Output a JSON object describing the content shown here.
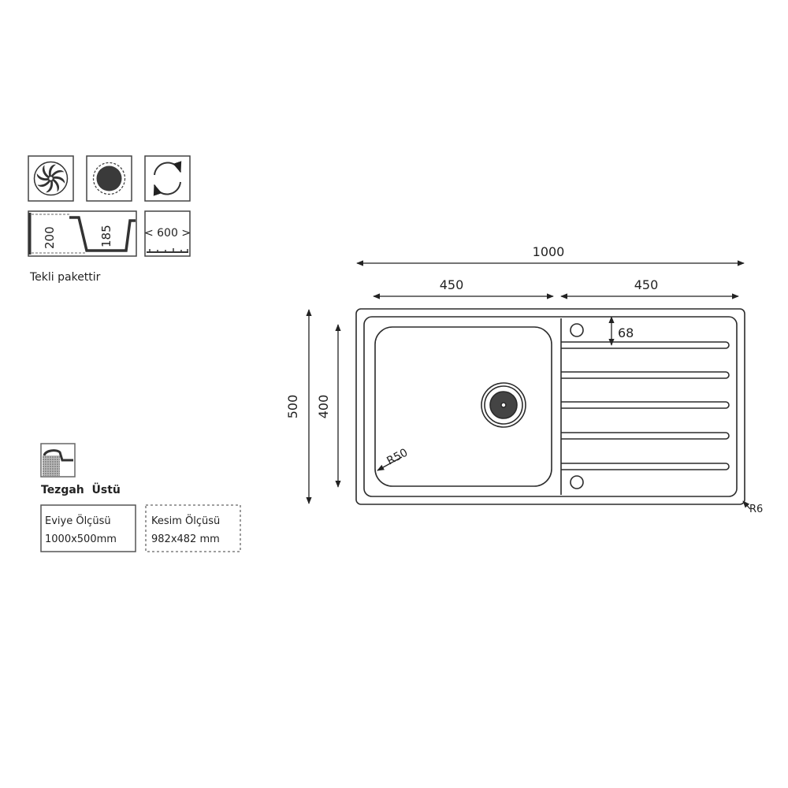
{
  "features": {
    "icons": [
      "swirl-drain-icon",
      "round-bowl-icon",
      "reversible-icon"
    ],
    "depth_icon": {
      "outer_depth": "200",
      "bowl_depth": "185"
    },
    "cabinet_icon": {
      "width": "600"
    },
    "package_note": "Tekli pakettir"
  },
  "mounting": {
    "label": "Tezgah  Üstü"
  },
  "sizes": {
    "sink_title": "Eviye Ölçüsü",
    "sink_value": "1000x500mm",
    "cutout_title": "Kesim Ölçüsü",
    "cutout_value": "982x482 mm"
  },
  "drawing": {
    "total_width": "1000",
    "bowl_width": "450",
    "drainer_width": "450",
    "total_height": "500",
    "bowl_height": "400",
    "tap_offset": "68",
    "bowl_radius": "R50",
    "corner_radius": "R6"
  },
  "colors": {
    "line": "#2b2b2b",
    "frame": "#555555"
  }
}
